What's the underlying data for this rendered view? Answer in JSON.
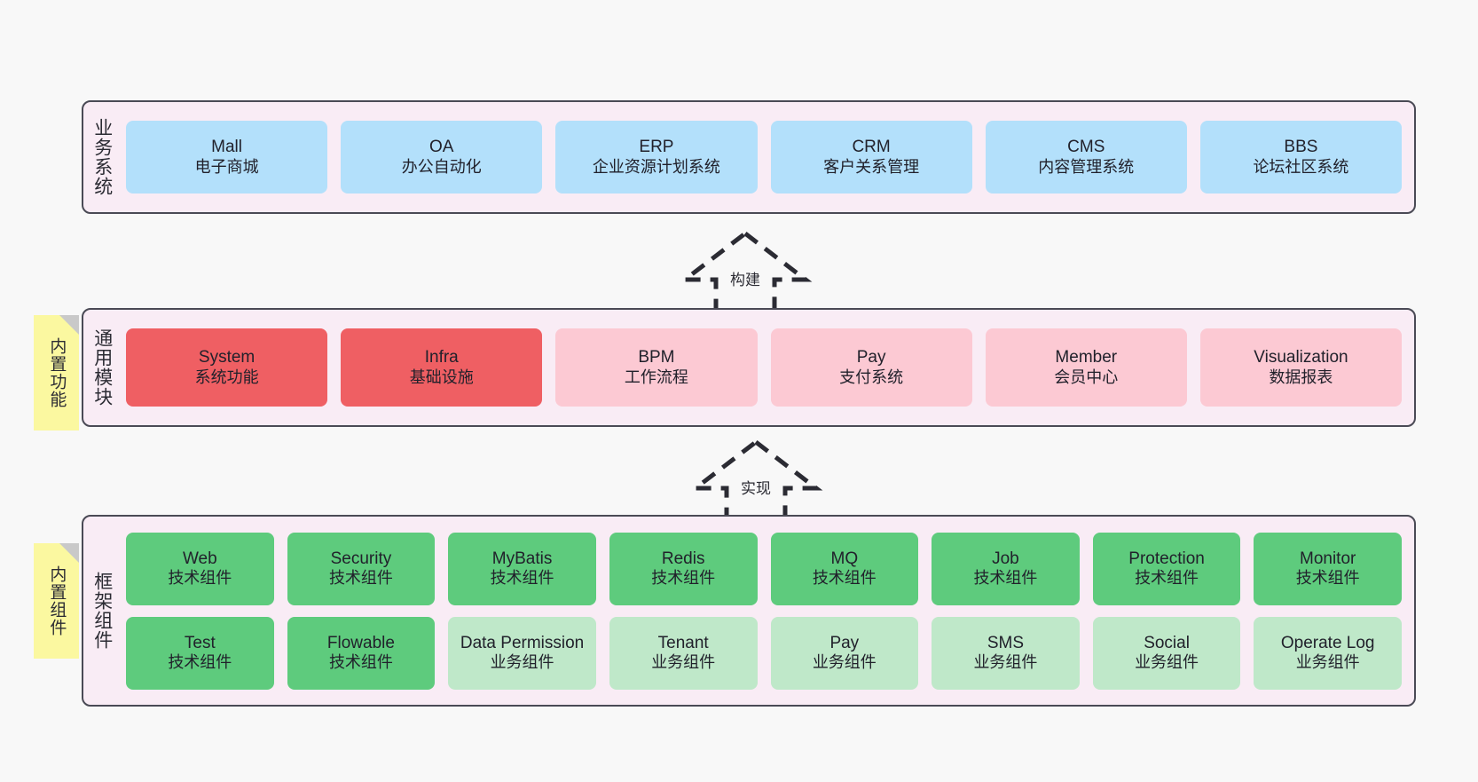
{
  "theme": {
    "background": "#f8f8f8",
    "panel_fill": "#f9ecf5",
    "panel_border": "#4a4a55",
    "blue": "#b3e0fb",
    "red": "#ef5f63",
    "red_light": "#fcc9d3",
    "green": "#5ecb7d",
    "green_light": "#bfe8c9",
    "sticky_yellow": "#fbf8a0",
    "sticky_fold": "#c9c9c9"
  },
  "layers": {
    "business": {
      "label": "业务系统",
      "nodes": [
        {
          "en": "Mall",
          "cn": "电子商城"
        },
        {
          "en": "OA",
          "cn": "办公自动化"
        },
        {
          "en": "ERP",
          "cn": "企业资源计划系统"
        },
        {
          "en": "CRM",
          "cn": "客户关系管理"
        },
        {
          "en": "CMS",
          "cn": "内容管理系统"
        },
        {
          "en": "BBS",
          "cn": "论坛社区系统"
        }
      ]
    },
    "common": {
      "label": "通用模块",
      "sticky": "内置功能",
      "nodes": [
        {
          "en": "System",
          "cn": "系统功能",
          "variant": "red"
        },
        {
          "en": "Infra",
          "cn": "基础设施",
          "variant": "red"
        },
        {
          "en": "BPM",
          "cn": "工作流程",
          "variant": "red-light"
        },
        {
          "en": "Pay",
          "cn": "支付系统",
          "variant": "red-light"
        },
        {
          "en": "Member",
          "cn": "会员中心",
          "variant": "red-light"
        },
        {
          "en": "Visualization",
          "cn": "数据报表",
          "variant": "red-light"
        }
      ]
    },
    "framework": {
      "label": "框架组件",
      "sticky": "内置组件",
      "row1": [
        {
          "en": "Web",
          "cn": "技术组件",
          "variant": "green"
        },
        {
          "en": "Security",
          "cn": "技术组件",
          "variant": "green"
        },
        {
          "en": "MyBatis",
          "cn": "技术组件",
          "variant": "green"
        },
        {
          "en": "Redis",
          "cn": "技术组件",
          "variant": "green"
        },
        {
          "en": "MQ",
          "cn": "技术组件",
          "variant": "green"
        },
        {
          "en": "Job",
          "cn": "技术组件",
          "variant": "green"
        },
        {
          "en": "Protection",
          "cn": "技术组件",
          "variant": "green"
        },
        {
          "en": "Monitor",
          "cn": "技术组件",
          "variant": "green"
        }
      ],
      "row2": [
        {
          "en": "Test",
          "cn": "技术组件",
          "variant": "green"
        },
        {
          "en": "Flowable",
          "cn": "技术组件",
          "variant": "green"
        },
        {
          "en": "Data Permission",
          "cn": "业务组件",
          "variant": "green-light"
        },
        {
          "en": "Tenant",
          "cn": "业务组件",
          "variant": "green-light"
        },
        {
          "en": "Pay",
          "cn": "业务组件",
          "variant": "green-light"
        },
        {
          "en": "SMS",
          "cn": "业务组件",
          "variant": "green-light"
        },
        {
          "en": "Social",
          "cn": "业务组件",
          "variant": "green-light"
        },
        {
          "en": "Operate Log",
          "cn": "业务组件",
          "variant": "green-light"
        }
      ]
    }
  },
  "connectors": [
    {
      "label": "构建"
    },
    {
      "label": "实现"
    }
  ]
}
